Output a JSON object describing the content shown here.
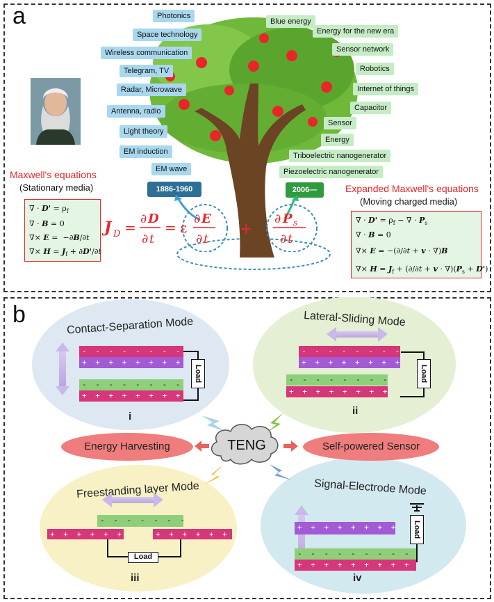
{
  "panel_a": {
    "letter": "a",
    "left_tags": [
      "Photonics",
      "Space technology",
      "Wireless communication",
      "Telegram, TV",
      "Radar, Microwave",
      "Antenna, radio",
      "Light theory",
      "EM induction",
      "EM wave"
    ],
    "right_tags": [
      "Blue energy",
      "Energy for the new era",
      "Sensor network",
      "Robotics",
      "Internet of things",
      "Capacitor",
      "Sensor",
      "Energy",
      "Triboelectric nanogenerator",
      "Piezoelectric nanogenerator"
    ],
    "year_left": "1886-1960",
    "year_right": "2006—",
    "left_title": "Maxwell's equations",
    "left_subtitle": "(Stationary media)",
    "right_title": "Expanded Maxwell's equations",
    "right_subtitle": "(Moving charged media)",
    "colors": {
      "blue_tag": "#a9d8ee",
      "green_tag": "#c6ecc6",
      "red_text": "#e8262a",
      "year_left_bg": "#2e6f96",
      "year_right_bg": "#2f9a3f",
      "eq_box_bg": "#e4f5e4"
    }
  },
  "panel_b": {
    "letter": "b",
    "modes": [
      {
        "title": "Contact-Separation Mode",
        "numeral": "i"
      },
      {
        "title": "Lateral-Sliding Mode",
        "numeral": "ii"
      },
      {
        "title": "Freestanding layer Mode",
        "numeral": "iii"
      },
      {
        "title": "Signal-Electrode Mode",
        "numeral": "iv"
      }
    ],
    "center_label": "TENG",
    "left_label": "Energy Harvesting",
    "right_label": "Self-powered Sensor",
    "load_label": "Load",
    "colors": {
      "magenta": "#d6367a",
      "purple": "#a25bd4",
      "green": "#8fcf7a",
      "pill": "#ef7d7d"
    }
  }
}
